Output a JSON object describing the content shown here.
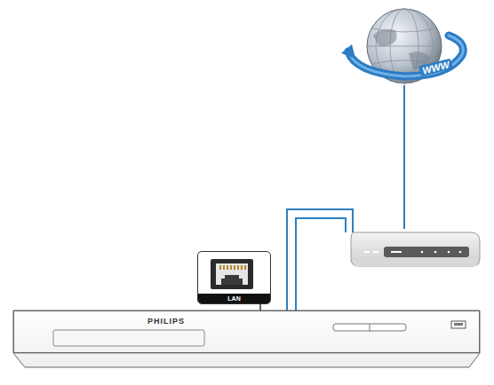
{
  "diagram": {
    "nodes": [
      {
        "text": [
          "LAN"
        ]
      },
      {
        "text": [
          "PHILIPS"
        ]
      }
    ],
    "edges": [
      {
        "from": 0,
        "to": 1,
        "arrow": "none"
      }
    ],
    "labels": [
      "WWW"
    ]
  }
}
